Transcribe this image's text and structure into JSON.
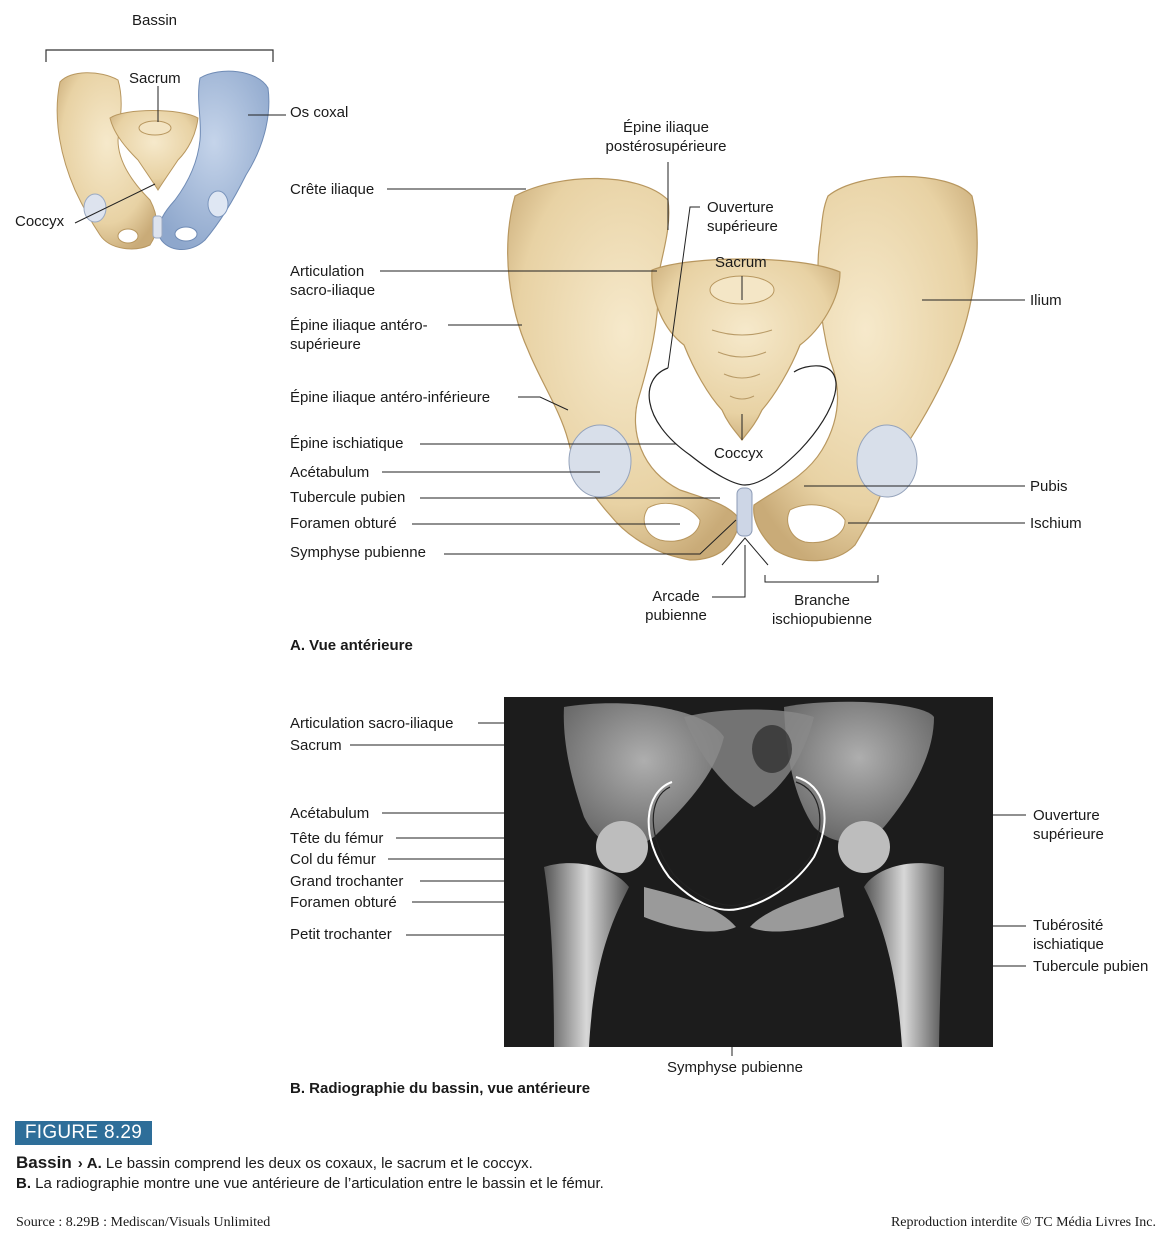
{
  "inset": {
    "title": "Bassin",
    "sacrum": "Sacrum",
    "os_coxal": "Os coxal",
    "coccyx": "Coccyx"
  },
  "panel_a": {
    "caption": "A. Vue antérieure",
    "labels_left": [
      "Crête iliaque",
      "Articulation\nsacro-iliaque",
      "Épine iliaque antéro-\nsupérieure",
      "Épine iliaque antéro-inférieure",
      "Épine ischiatique",
      "Acétabulum",
      "Tubercule pubien",
      "Foramen obturé",
      "Symphyse pubienne"
    ],
    "labels_right": [
      "Ilium",
      "Pubis",
      "Ischium"
    ],
    "labels_center": {
      "epine_posterosup": "Épine iliaque\npostérosupérieure",
      "ouverture_sup": "Ouverture\nsupérieure",
      "sacrum": "Sacrum",
      "coccyx": "Coccyx",
      "arcade_pubienne": "Arcade\npubienne",
      "branche": "Branche\nischiopubienne"
    }
  },
  "panel_b": {
    "caption": "B. Radiographie du bassin, vue antérieure",
    "labels_left": [
      "Articulation sacro-iliaque",
      "Sacrum",
      "Acétabulum",
      "Tête du fémur",
      "Col du fémur",
      "Grand trochanter",
      "Foramen obturé",
      "Petit trochanter"
    ],
    "labels_right": {
      "ouverture": "Ouverture\nsupérieure",
      "tuberosite": "Tubérosité\nischiatique",
      "tubercule": "Tubercule pubien"
    },
    "bottom": "Symphyse pubienne"
  },
  "figure": {
    "badge": "FIGURE 8.29",
    "topic": "Bassin",
    "arrow": "›",
    "a_key": "A.",
    "a_text": " Le bassin comprend les deux os coxaux, le sacrum et le coccyx.",
    "b_key": "B.",
    "b_text": " La radiographie montre une vue antérieure de l’articulation entre le bassin et le fémur."
  },
  "footer": {
    "source": "Source : 8.29B : Mediscan/Visuals Unlimited",
    "copyright": "Reproduction interdite © TC Média Livres Inc."
  },
  "colors": {
    "bone": "#ecd9b0",
    "bone_shade": "#c9ab78",
    "coxal_blue": "#a7bcd9",
    "cartilage": "#cdd6e6",
    "badge_blue": "#2e6e99"
  }
}
